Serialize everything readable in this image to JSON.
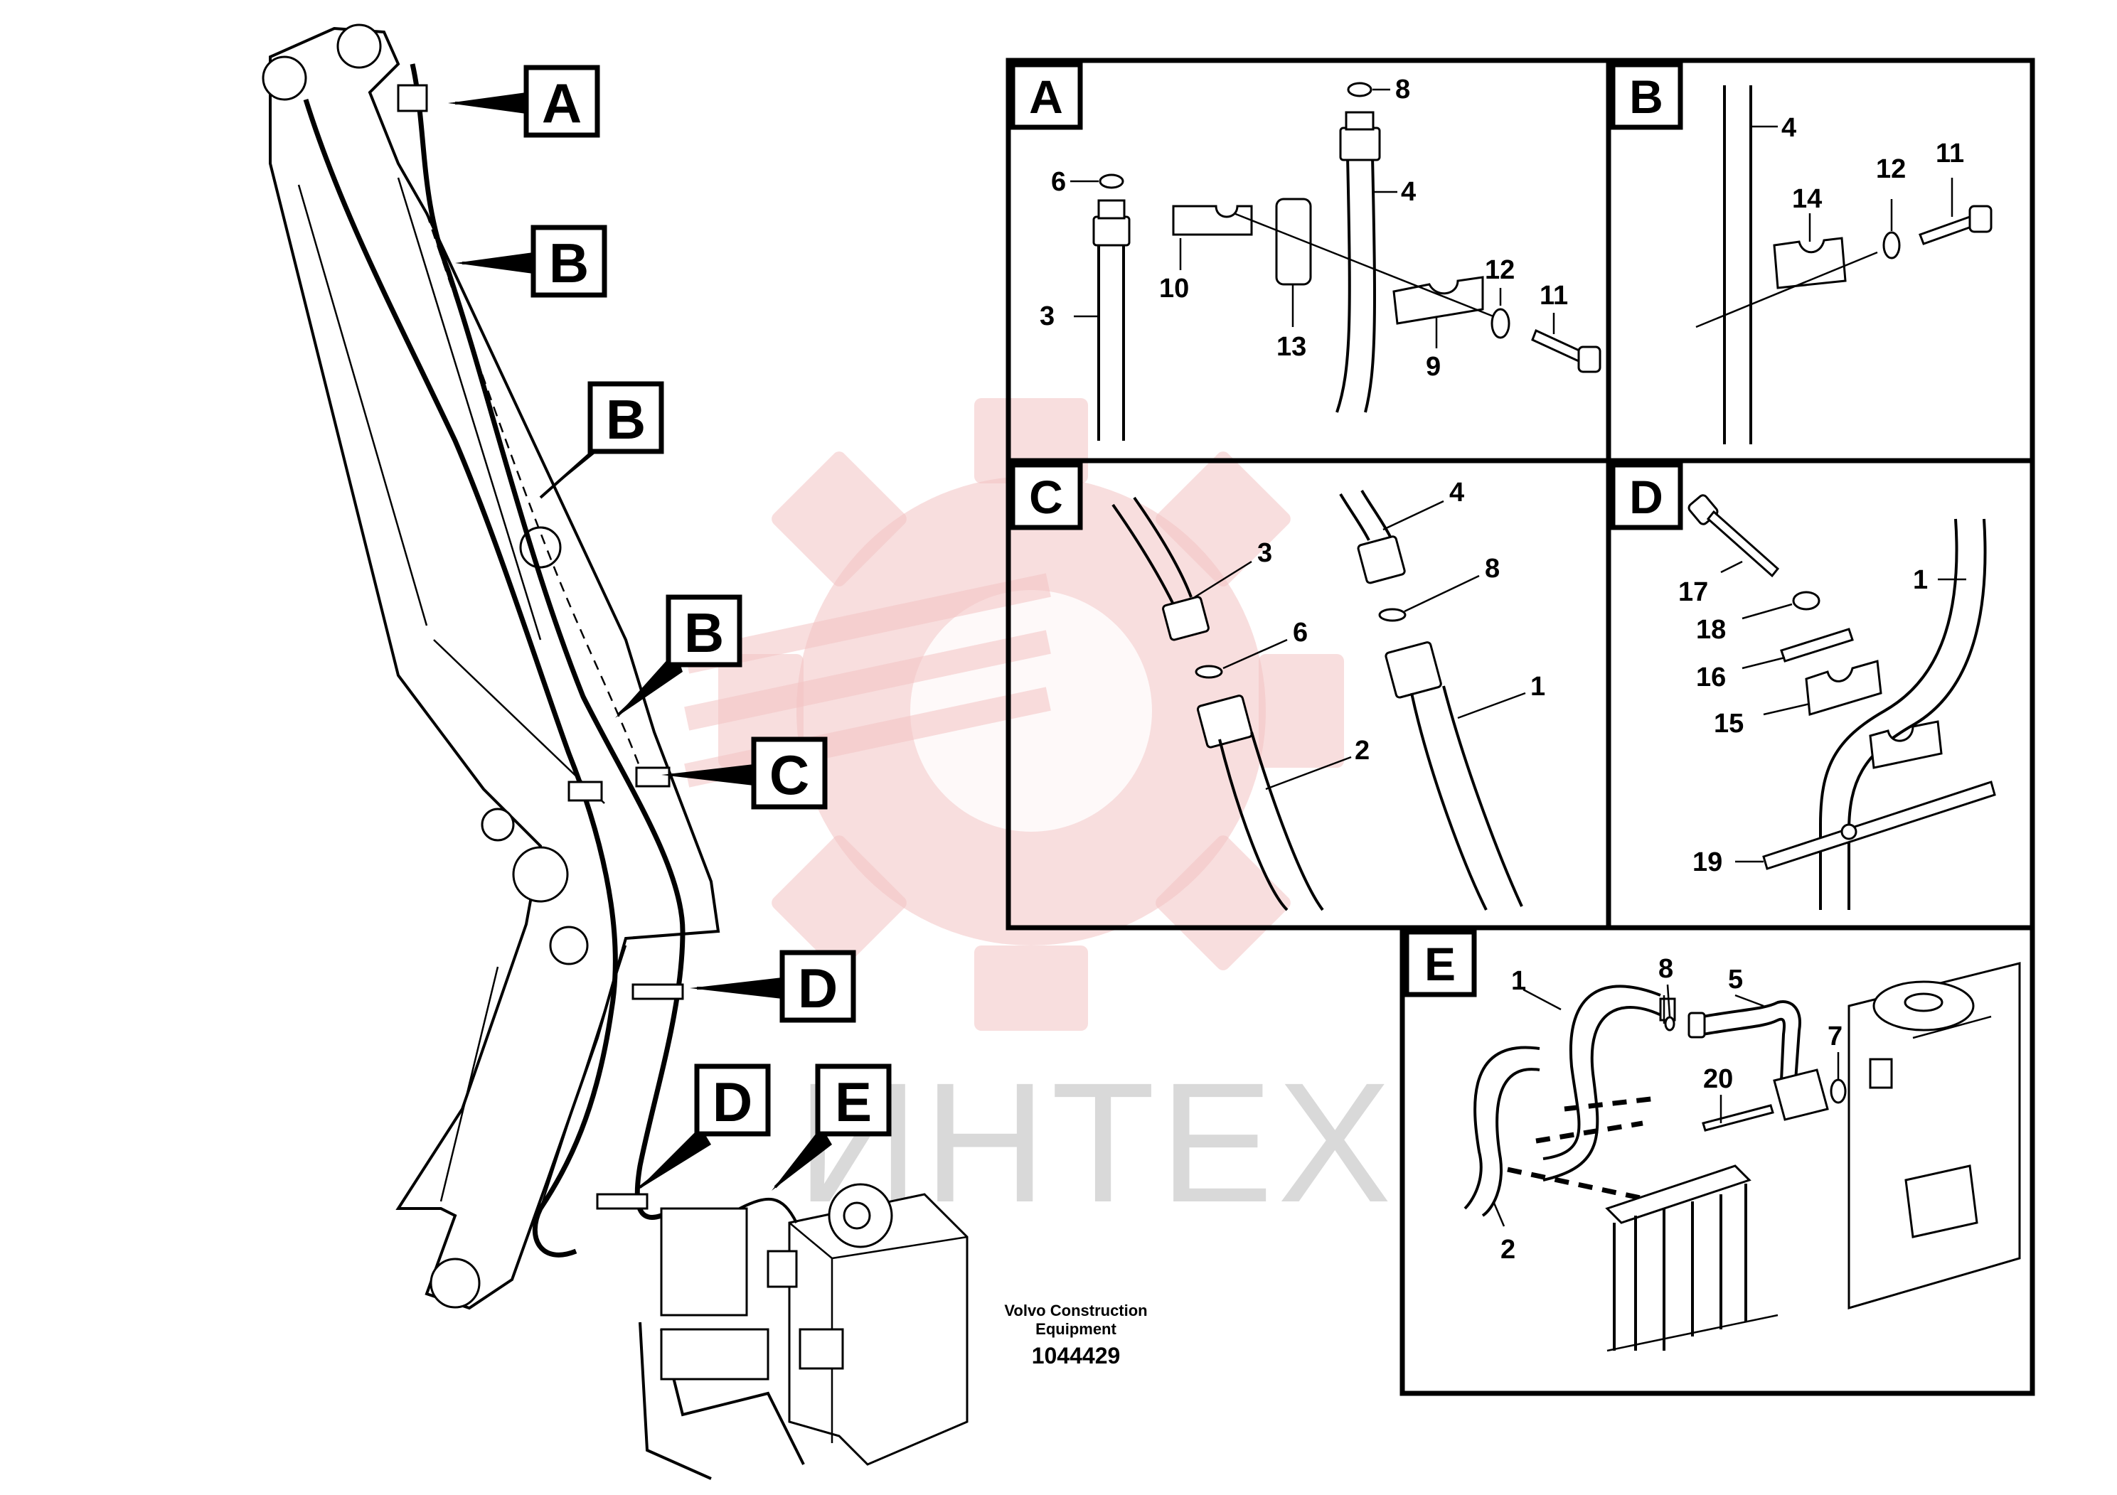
{
  "callouts": {
    "a": "A",
    "b1": "B",
    "b2": "B",
    "b3": "B",
    "c": "C",
    "d1": "D",
    "d2": "D",
    "e": "E"
  },
  "panels": {
    "a": {
      "tag": "A",
      "parts": {
        "p6": "6",
        "p8": "8",
        "p4": "4",
        "p3": "3",
        "p10": "10",
        "p13": "13",
        "p9": "9",
        "p12": "12",
        "p11": "11"
      }
    },
    "b": {
      "tag": "B",
      "parts": {
        "p4": "4",
        "p14": "14",
        "p12": "12",
        "p11": "11"
      }
    },
    "c": {
      "tag": "C",
      "parts": {
        "p3": "3",
        "p4": "4",
        "p8": "8",
        "p6": "6",
        "p1": "1",
        "p2": "2"
      }
    },
    "d": {
      "tag": "D",
      "parts": {
        "p17": "17",
        "p1": "1",
        "p18": "18",
        "p16": "16",
        "p15": "15",
        "p19": "19"
      }
    },
    "e": {
      "tag": "E",
      "parts": {
        "p1": "1",
        "p8": "8",
        "p5": "5",
        "p20": "20",
        "p7": "7",
        "p2": "2"
      }
    }
  },
  "watermark": {
    "text": "ИНТЕХ"
  },
  "footer": {
    "line1": "Volvo Construction",
    "line2": "Equipment",
    "drawing_number": "1044429"
  },
  "colors": {
    "ink": "#000000",
    "watermark_red": "#f2c2c2",
    "watermark_gray": "#d9d9d9"
  }
}
